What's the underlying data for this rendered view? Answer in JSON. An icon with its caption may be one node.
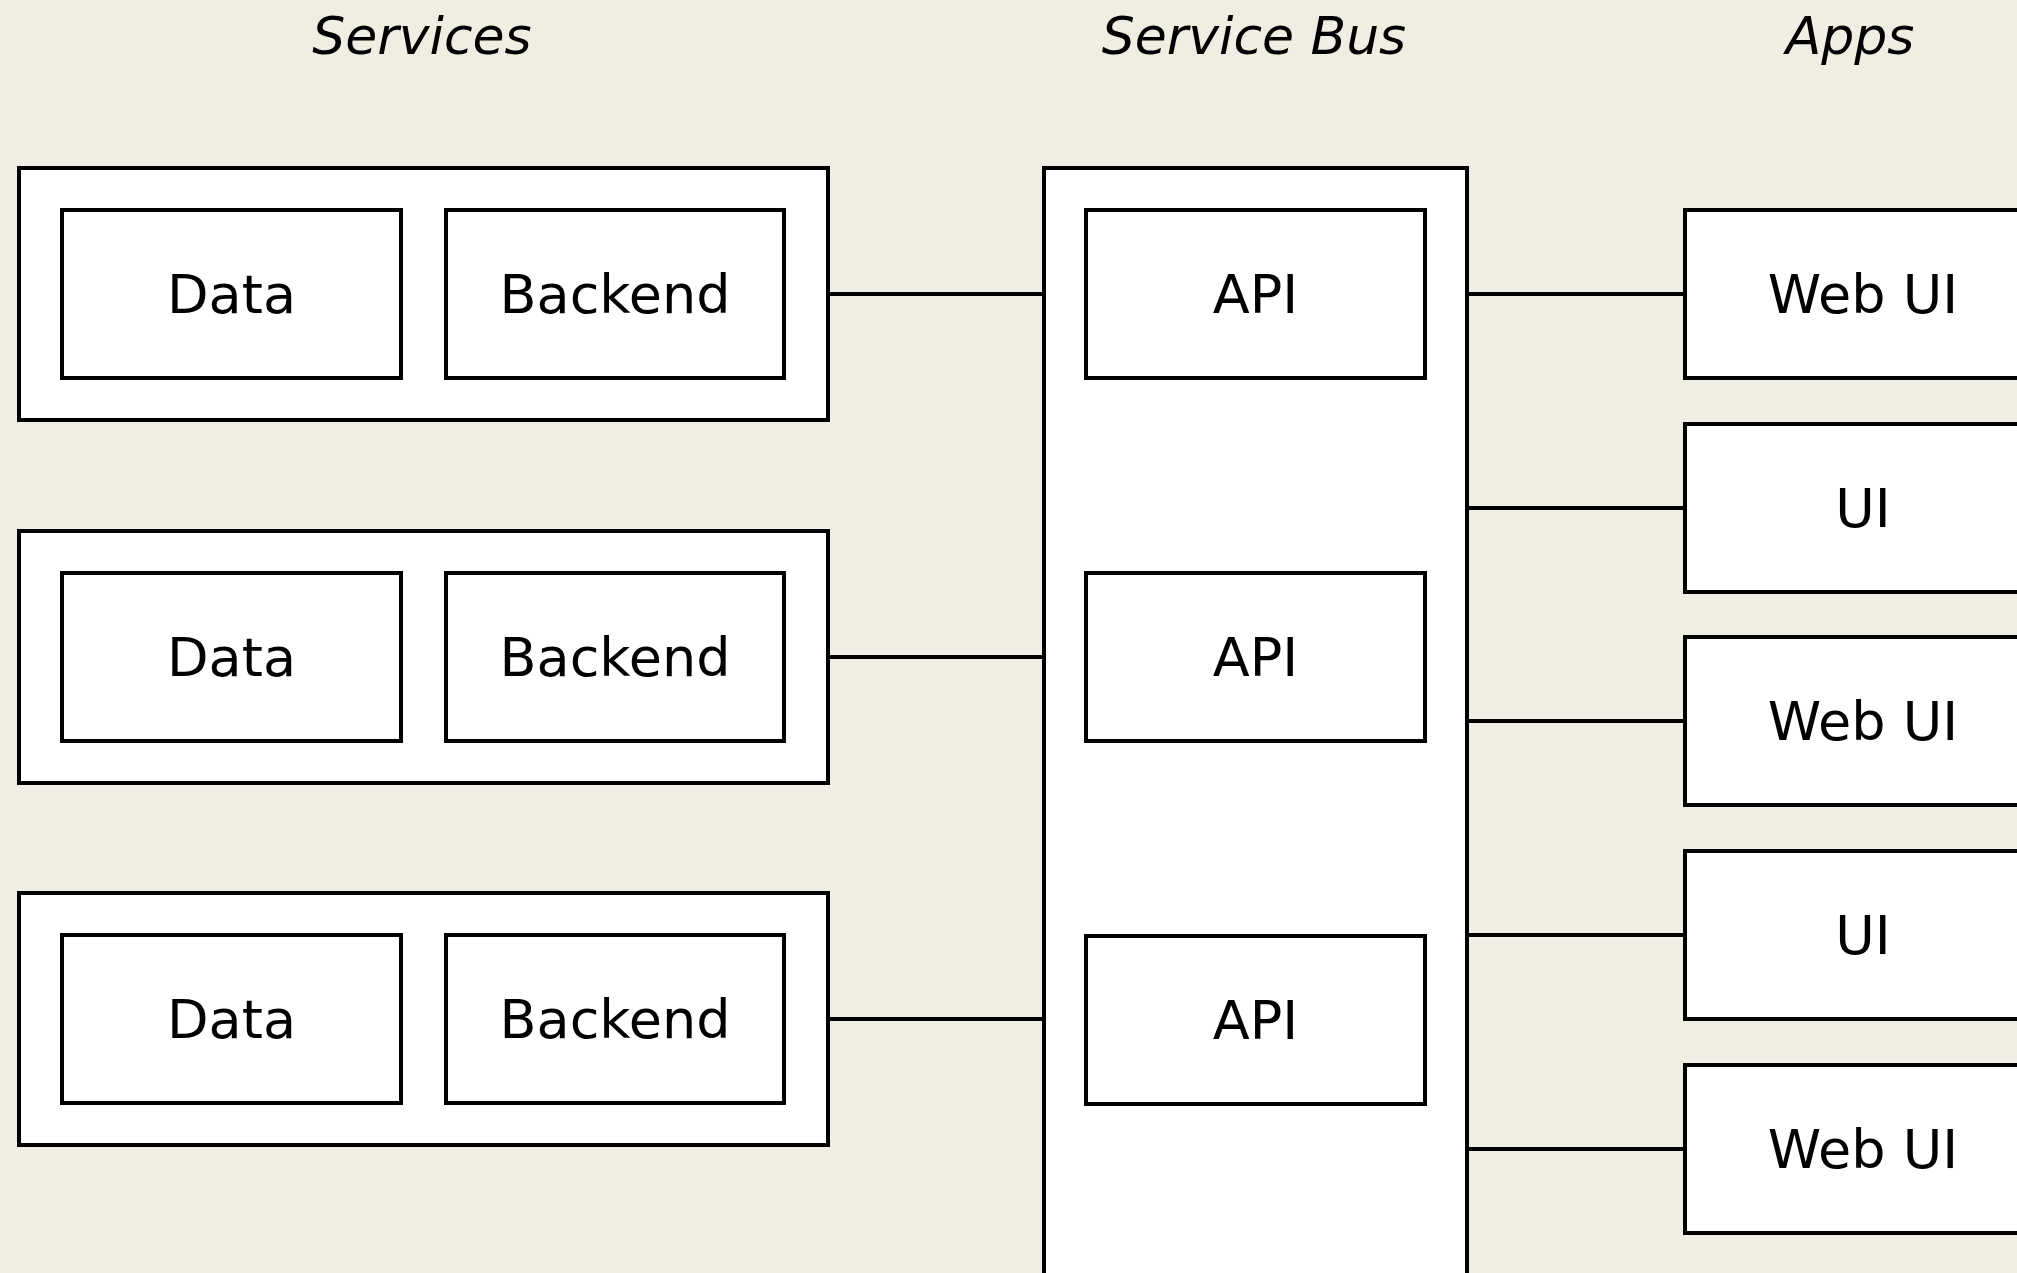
{
  "diagram": {
    "nodes": [
      {
        "text": [],
        "shape": "box"
      },
      {
        "text": [
          "Data"
        ],
        "in": 0
      },
      {
        "text": [
          "Backend"
        ],
        "in": 0
      },
      {
        "text": [],
        "shape": "box"
      },
      {
        "text": [
          "Data"
        ],
        "in": 3
      },
      {
        "text": [
          "Backend"
        ],
        "in": 3
      },
      {
        "text": [],
        "shape": "box"
      },
      {
        "text": [
          "Data"
        ],
        "in": 6
      },
      {
        "text": [
          "Backend"
        ],
        "in": 6
      },
      {
        "text": [],
        "shape": "box"
      },
      {
        "text": [
          "API"
        ],
        "in": 9
      },
      {
        "text": [
          "API"
        ],
        "in": 9
      },
      {
        "text": [
          "API"
        ],
        "in": 9
      },
      {
        "text": [
          "Web UI"
        ]
      },
      {
        "text": [
          "UI"
        ]
      },
      {
        "text": [
          "Web UI"
        ]
      },
      {
        "text": [
          "UI"
        ]
      },
      {
        "text": [
          "Web UI"
        ]
      }
    ],
    "edges": [
      {
        "from": 0,
        "to": 9,
        "arrow": "none"
      },
      {
        "from": 3,
        "to": 9,
        "arrow": "none"
      },
      {
        "from": 6,
        "to": 9,
        "arrow": "none"
      },
      {
        "from": 9,
        "to": 13,
        "arrow": "none"
      },
      {
        "from": 9,
        "to": 14,
        "arrow": "none"
      },
      {
        "from": 9,
        "to": 15,
        "arrow": "none"
      },
      {
        "from": 9,
        "to": 16,
        "arrow": "none"
      },
      {
        "from": 9,
        "to": 17,
        "arrow": "none"
      }
    ],
    "labels": [
      "Services",
      "Service Bus",
      "Apps"
    ]
  }
}
